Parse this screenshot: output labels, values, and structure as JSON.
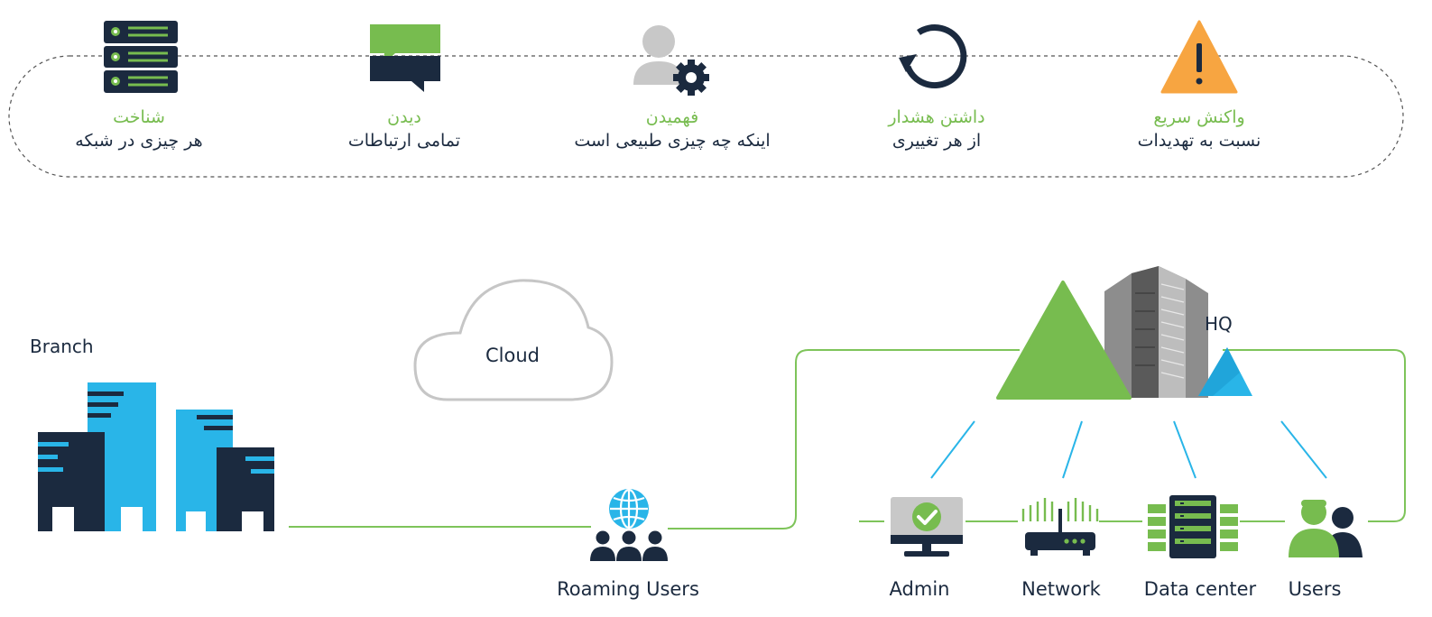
{
  "colors": {
    "green": "#77bc4f",
    "navy": "#1b2a3f",
    "cyan": "#29b5e8",
    "orange": "#f7a541",
    "gray": "#c8c8c8",
    "line": "#7ec45a",
    "cloud": "#c6c6c6"
  },
  "features": [
    {
      "icon": "server-icon",
      "title": "شناخت",
      "subtitle": "هر چیزی در شبکه"
    },
    {
      "icon": "chat-icon",
      "title": "دیدن",
      "subtitle": "تمامی ارتباطات"
    },
    {
      "icon": "user-gear-icon",
      "title": "فهمیدن",
      "subtitle": "اینکه چه چیزی طبیعی است"
    },
    {
      "icon": "refresh-icon",
      "title": "داشتن هشدار",
      "subtitle": "از هر تغییری"
    },
    {
      "icon": "warning-icon",
      "title": "واکنش سریع",
      "subtitle": "نسبت به تهدیدات"
    }
  ],
  "diagram": {
    "branch_label": "Branch",
    "cloud_label": "Cloud",
    "hq_label": "HQ",
    "roaming_label": "Roaming Users",
    "nodes": [
      {
        "icon": "admin-monitor-icon",
        "label": "Admin"
      },
      {
        "icon": "router-icon",
        "label": "Network"
      },
      {
        "icon": "datacenter-icon",
        "label": "Data center"
      },
      {
        "icon": "users-icon",
        "label": "Users"
      }
    ]
  }
}
